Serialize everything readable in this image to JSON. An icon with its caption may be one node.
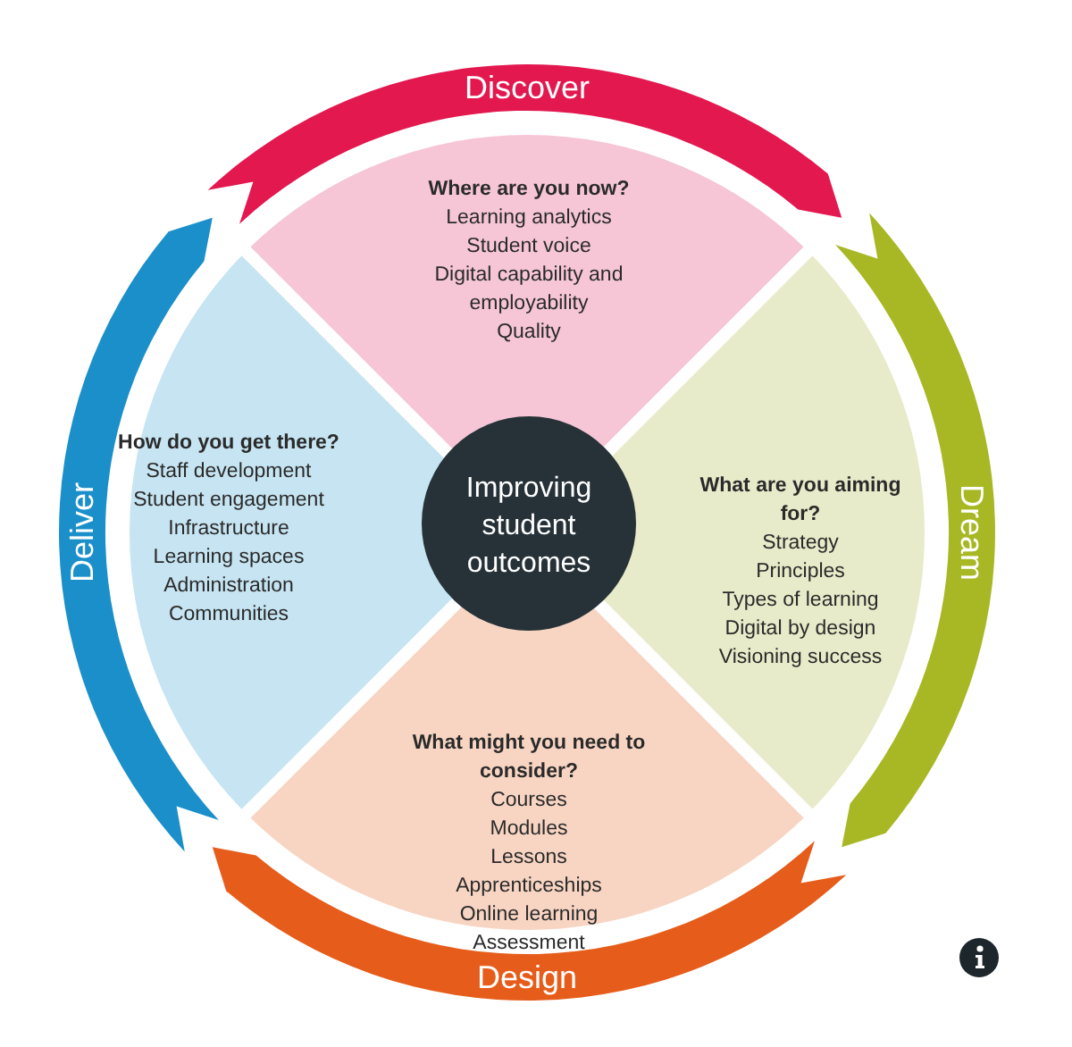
{
  "diagram": {
    "nodes": [
      {
        "text": [
          "Discover"
        ]
      },
      {
        "text": [
          "Where are you now?",
          "Learning analytics",
          "Student voice",
          "Digital capability and employability",
          "Quality"
        ]
      },
      {
        "text": [
          "Dream"
        ]
      },
      {
        "text": [
          "What are you aiming for?",
          "Strategy",
          "Principles",
          "Types of learning",
          "Digital by design",
          "Visioning success"
        ]
      },
      {
        "text": [
          "Design"
        ]
      },
      {
        "text": [
          "What might you need to consider?",
          "Courses",
          "Modules",
          "Lessons",
          "Apprenticeships",
          "Online learning",
          "Assessment"
        ]
      },
      {
        "text": [
          "Deliver"
        ]
      },
      {
        "text": [
          "How do you get there?",
          "Staff development",
          "Student engagement",
          "Infrastructure",
          "Learning spaces",
          "Administration",
          "Communities"
        ]
      },
      {
        "text": [
          "Improving student outcomes"
        ]
      }
    ]
  }
}
